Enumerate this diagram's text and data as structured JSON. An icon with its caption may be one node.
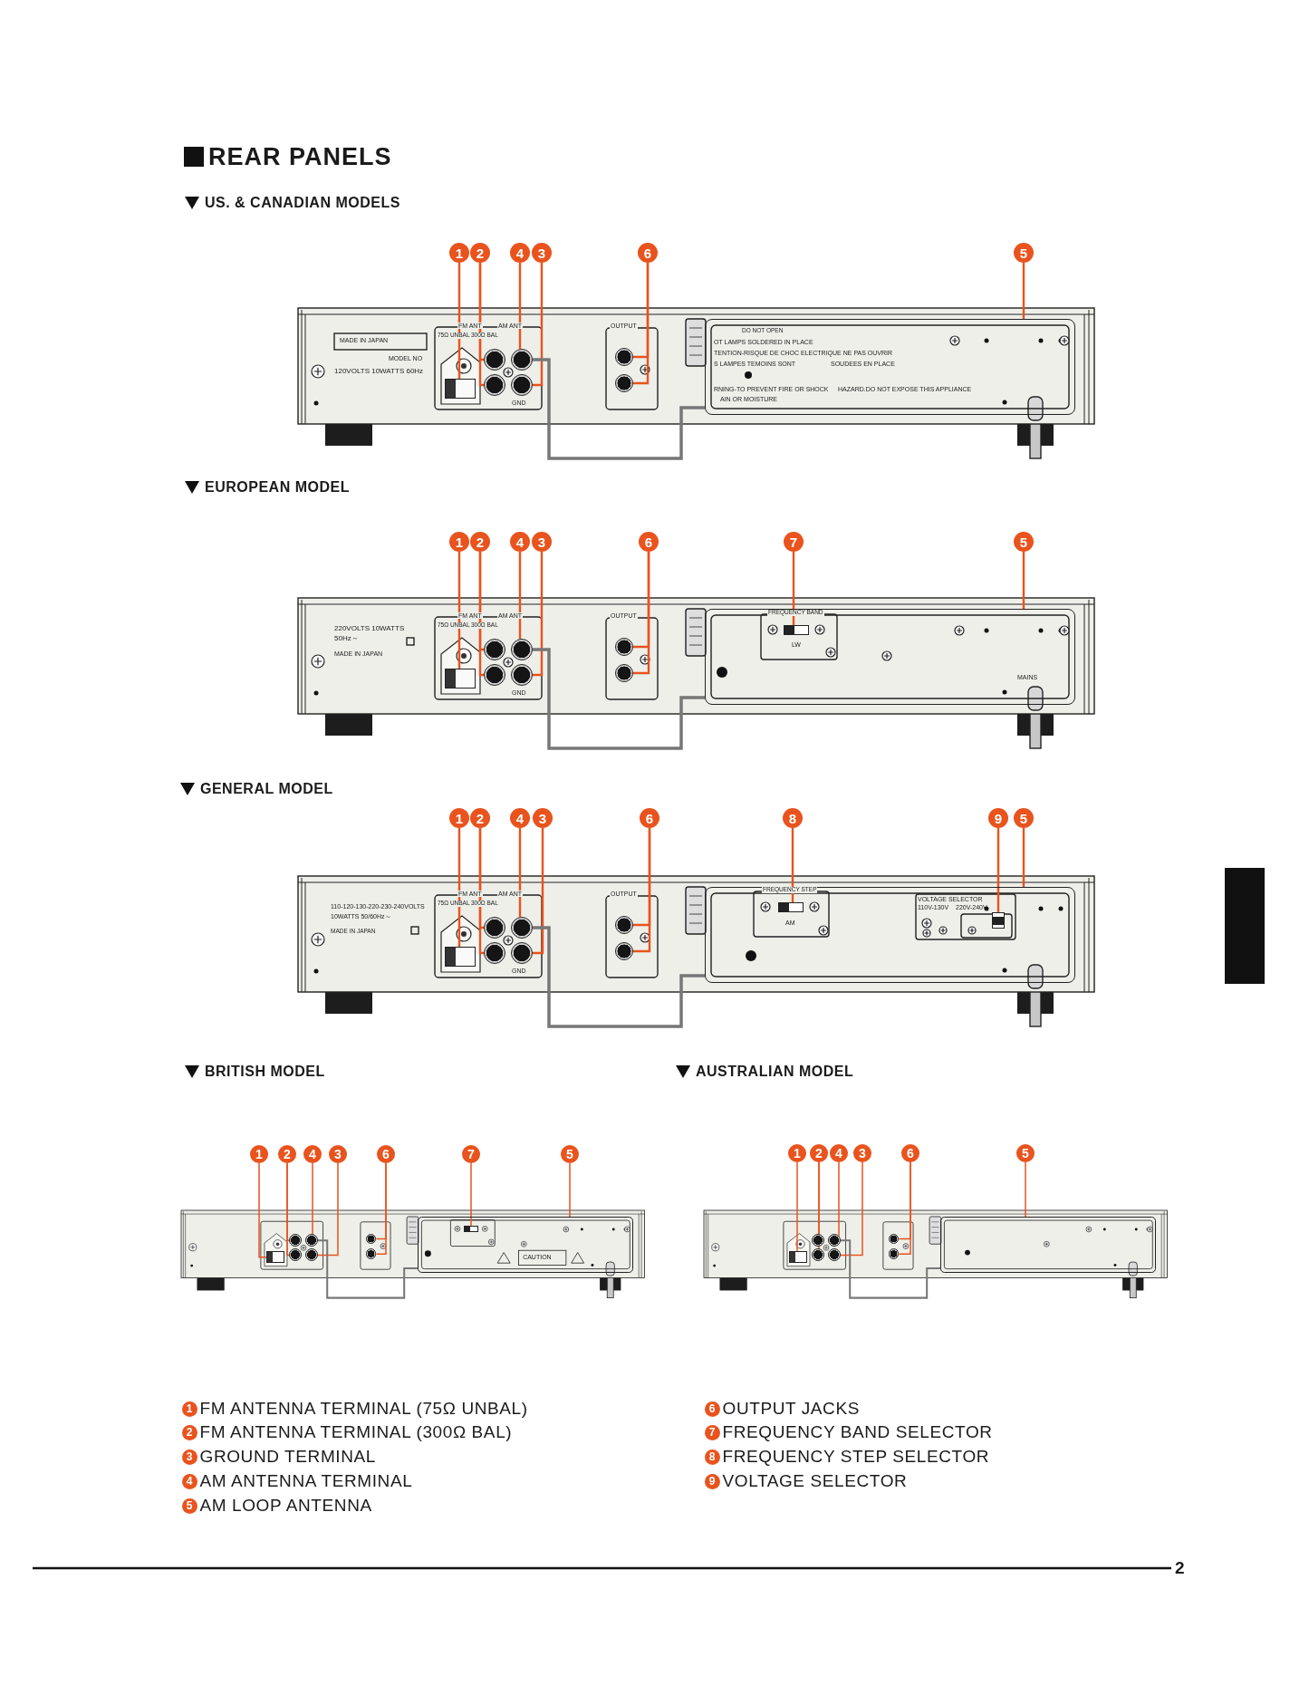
{
  "diagram": {
    "title": "REAR PANELS",
    "nodes": [
      {
        "text": [
          "1"
        ]
      },
      {
        "text": [
          "2"
        ]
      },
      {
        "text": [
          "4"
        ]
      },
      {
        "text": [
          "3"
        ]
      },
      {
        "text": [
          "6"
        ]
      },
      {
        "text": [
          "5"
        ]
      },
      {
        "text": [
          "1"
        ]
      },
      {
        "text": [
          "2"
        ]
      },
      {
        "text": [
          "4"
        ]
      },
      {
        "text": [
          "3"
        ]
      },
      {
        "text": [
          "6"
        ]
      },
      {
        "text": [
          "7"
        ]
      },
      {
        "text": [
          "5"
        ]
      },
      {
        "text": [
          "1"
        ]
      },
      {
        "text": [
          "2"
        ]
      },
      {
        "text": [
          "4"
        ]
      },
      {
        "text": [
          "3"
        ]
      },
      {
        "text": [
          "6"
        ]
      },
      {
        "text": [
          "8"
        ]
      },
      {
        "text": [
          "9"
        ]
      },
      {
        "text": [
          "5"
        ]
      },
      {
        "text": [
          "1"
        ]
      },
      {
        "text": [
          "2"
        ]
      },
      {
        "text": [
          "4"
        ]
      },
      {
        "text": [
          "3"
        ]
      },
      {
        "text": [
          "6"
        ]
      },
      {
        "text": [
          "7"
        ]
      },
      {
        "text": [
          "5"
        ]
      },
      {
        "text": [
          "1"
        ]
      },
      {
        "text": [
          "2"
        ]
      },
      {
        "text": [
          "4"
        ]
      },
      {
        "text": [
          "3"
        ]
      },
      {
        "text": [
          "6"
        ]
      },
      {
        "text": [
          "5"
        ]
      },
      {
        "text": [
          "1"
        ],
        "beside": [
          "FM ANTENNA TERMINAL (75Ω UNBAL)"
        ]
      },
      {
        "text": [
          "2"
        ],
        "beside": [
          "FM ANTENNA TERMINAL (300Ω BAL)"
        ]
      },
      {
        "text": [
          "3"
        ],
        "beside": [
          "GROUND TERMINAL"
        ]
      },
      {
        "text": [
          "4"
        ],
        "beside": [
          "AM ANTENNA TERMINAL"
        ]
      },
      {
        "text": [
          "5"
        ],
        "beside": [
          "AM LOOP ANTENNA"
        ]
      },
      {
        "text": [
          "6"
        ],
        "beside": [
          "OUTPUT JACKS"
        ]
      },
      {
        "text": [
          "7"
        ],
        "beside": [
          "FREQUENCY BAND SELECTOR"
        ]
      },
      {
        "text": [
          "8"
        ],
        "beside": [
          "FREQUENCY STEP SELECTOR"
        ]
      },
      {
        "text": [
          "9"
        ],
        "beside": [
          "VOLTAGE SELECTOR"
        ]
      },
      {
        "text": [],
        "shape": "box"
      },
      {
        "text": [],
        "shape": "circle"
      },
      {
        "text": [],
        "shape": "circle"
      },
      {
        "text": [],
        "shape": "circle"
      },
      {
        "text": [],
        "shape": "circle"
      },
      {
        "text": [],
        "shape": "circle"
      },
      {
        "text": [],
        "shape": "circle"
      },
      {
        "text": [],
        "shape": "box"
      },
      {
        "text": [],
        "shape": "box"
      },
      {
        "text": [],
        "shape": "circle"
      },
      {
        "text": [],
        "shape": "circle"
      },
      {
        "text": [],
        "shape": "circle"
      },
      {
        "text": [],
        "shape": "circle"
      },
      {
        "text": [],
        "shape": "circle"
      },
      {
        "text": [],
        "shape": "circle"
      },
      {
        "text": [],
        "shape": "box"
      },
      {
        "text": [],
        "shape": "box",
        "in": 58
      },
      {
        "text": [],
        "shape": "box"
      },
      {
        "text": [],
        "shape": "circle"
      },
      {
        "text": [],
        "shape": "circle"
      },
      {
        "text": [],
        "shape": "circle"
      },
      {
        "text": [],
        "shape": "circle"
      },
      {
        "text": [],
        "shape": "circle"
      },
      {
        "text": [],
        "shape": "circle"
      },
      {
        "text": [],
        "shape": "box"
      },
      {
        "text": [],
        "shape": "box",
        "in": 67
      },
      {
        "text": [],
        "shape": "box",
        "in": 67
      },
      {
        "text": [],
        "shape": "box"
      },
      {
        "text": [],
        "shape": "circle"
      },
      {
        "text": [],
        "shape": "circle"
      },
      {
        "text": [],
        "shape": "circle"
      },
      {
        "text": [],
        "shape": "circle"
      },
      {
        "text": [],
        "shape": "circle"
      },
      {
        "text": [],
        "shape": "circle"
      },
      {
        "text": [],
        "shape": "box"
      },
      {
        "text": [],
        "shape": "box",
        "in": 77
      },
      {
        "text": [],
        "shape": "box"
      },
      {
        "text": [],
        "shape": "circle"
      },
      {
        "text": [],
        "shape": "circle"
      },
      {
        "text": [],
        "shape": "circle"
      },
      {
        "text": [],
        "shape": "circle"
      },
      {
        "text": [],
        "shape": "circle"
      },
      {
        "text": [],
        "shape": "circle"
      },
      {
        "text": [],
        "shape": "box"
      }
    ],
    "edges": [
      {
        "from": 0,
        "to": 43,
        "arrow": "none"
      },
      {
        "from": 1,
        "to": 44,
        "arrow": "none"
      },
      {
        "from": 1,
        "to": 45,
        "arrow": "none"
      },
      {
        "from": 2,
        "to": 46,
        "arrow": "none"
      },
      {
        "from": 3,
        "to": 47,
        "arrow": "none"
      },
      {
        "from": 4,
        "to": 48,
        "arrow": "none"
      },
      {
        "from": 4,
        "to": 49,
        "arrow": "none"
      },
      {
        "from": 5,
        "to": 50,
        "arrow": "none"
      },
      {
        "from": 6,
        "to": 51,
        "arrow": "none"
      },
      {
        "from": 7,
        "to": 52,
        "arrow": "none"
      },
      {
        "from": 7,
        "to": 53,
        "arrow": "none"
      },
      {
        "from": 8,
        "to": 54,
        "arrow": "none"
      },
      {
        "from": 9,
        "to": 55,
        "arrow": "none"
      },
      {
        "from": 10,
        "to": 56,
        "arrow": "none"
      },
      {
        "from": 10,
        "to": 57,
        "arrow": "none"
      },
      {
        "from": 11,
        "to": 59,
        "arrow": "none"
      },
      {
        "from": 12,
        "to": 58,
        "arrow": "none"
      },
      {
        "from": 13,
        "to": 60,
        "arrow": "none"
      },
      {
        "from": 14,
        "to": 61,
        "arrow": "none"
      },
      {
        "from": 14,
        "to": 62,
        "arrow": "none"
      },
      {
        "from": 15,
        "to": 63,
        "arrow": "none"
      },
      {
        "from": 16,
        "to": 64,
        "arrow": "none"
      },
      {
        "from": 17,
        "to": 65,
        "arrow": "none"
      },
      {
        "from": 17,
        "to": 66,
        "arrow": "none"
      },
      {
        "from": 18,
        "to": 68,
        "arrow": "none"
      },
      {
        "from": 19,
        "to": 69,
        "arrow": "none"
      },
      {
        "from": 20,
        "to": 67,
        "arrow": "none"
      },
      {
        "from": 21,
        "to": 70,
        "arrow": "none"
      },
      {
        "from": 22,
        "to": 71,
        "arrow": "none"
      },
      {
        "from": 22,
        "to": 72,
        "arrow": "none"
      },
      {
        "from": 23,
        "to": 73,
        "arrow": "none"
      },
      {
        "from": 24,
        "to": 74,
        "arrow": "none"
      },
      {
        "from": 25,
        "to": 75,
        "arrow": "none"
      },
      {
        "from": 25,
        "to": 76,
        "arrow": "none"
      },
      {
        "from": 26,
        "to": 78,
        "arrow": "none"
      },
      {
        "from": 27,
        "to": 77,
        "arrow": "none"
      },
      {
        "from": 28,
        "to": 79,
        "arrow": "none"
      },
      {
        "from": 29,
        "to": 80,
        "arrow": "none"
      },
      {
        "from": 29,
        "to": 81,
        "arrow": "none"
      },
      {
        "from": 30,
        "to": 82,
        "arrow": "none"
      },
      {
        "from": 31,
        "to": 83,
        "arrow": "none"
      },
      {
        "from": 32,
        "to": 84,
        "arrow": "none"
      },
      {
        "from": 32,
        "to": 85,
        "arrow": "none"
      },
      {
        "from": 33,
        "to": 86,
        "arrow": "none"
      },
      {
        "from": 46,
        "to": 50,
        "arrow": "none",
        "color": "#777777"
      },
      {
        "from": 54,
        "to": 58,
        "arrow": "none",
        "color": "#777777"
      },
      {
        "from": 63,
        "to": 67,
        "arrow": "none",
        "color": "#777777"
      },
      {
        "from": 73,
        "to": 77,
        "arrow": "none",
        "color": "#777777"
      },
      {
        "from": 82,
        "to": 86,
        "arrow": "none",
        "color": "#777777"
      }
    ],
    "labels": [
      "US. & CANADIAN MODELS",
      "MADE IN JAPAN",
      "MODEL NO",
      "120VOLTS 10WATTS 60Hz",
      "FM ANT",
      "AM ANT",
      "75Ω UNBAL",
      "300Ω BAL",
      "GND",
      "OUTPUT",
      "DO NOT OPEN",
      "OT LAMPS SOLDERED IN PLACE",
      "TENTION-RISQUE DE CHOC ELECTRIQUE NE PAS OUVRIR",
      "S LAMPES TEMOINS SONT",
      "SOUDEES EN PLACE",
      "RNING-TO PREVENT FIRE OR SHOCK",
      "HAZARD.DO NOT EXPOSE THIS APPLIANCE",
      "AIN OR MOISTURE",
      "EUROPEAN MODEL",
      "220VOLTS 10WATTS",
      "50Hz～",
      "MADE IN JAPAN",
      "FM ANT",
      "AM ANT",
      "75Ω UNBAL",
      "300Ω BAL",
      "GND",
      "OUTPUT",
      "FREQUENCY BAND",
      "LW",
      "MAINS",
      "GENERAL MODEL",
      "110-120-130-220-230-240VOLTS",
      "10WATTS 50/60Hz～",
      "MADE IN JAPAN",
      "FM ANT",
      "AM ANT",
      "75Ω UNBAL",
      "300Ω BAL",
      "GND",
      "OUTPUT",
      "FREQUENCY STEP",
      "AM",
      "VOLTAGE SELECTOR",
      "110V-130V",
      "220V-240V",
      "BRITISH MODEL",
      "CAUTION",
      "AUSTRALIAN MODEL",
      "2"
    ]
  }
}
